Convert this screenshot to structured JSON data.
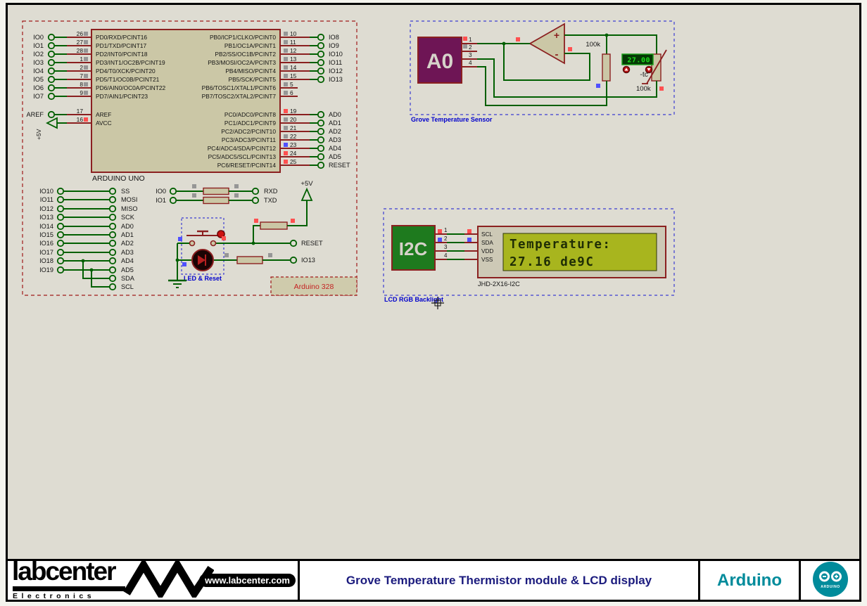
{
  "canvas": {
    "bg": "#dedcd2",
    "wire": "#005f00",
    "pin": "#8a1f1f",
    "comp_fill": "#cbc7a6",
    "comp_border": "#8b2020",
    "sq_gray": "#969696",
    "sq_red": "#ff5050",
    "sq_blue": "#5050ff",
    "region_blue": "#3c3cd2",
    "region_red": "#a01818",
    "label_blue": "#0000cc"
  },
  "arduino_section": {
    "chip_title": "ARDUINO UNO",
    "variant_label": "Arduino 328",
    "left_rows": [
      {
        "ext": "IO0",
        "pin": "26",
        "inner": "PD0/RXD/PCINT16",
        "sq": "gray"
      },
      {
        "ext": "IO1",
        "pin": "27",
        "inner": "PD1/TXD/PCINT17",
        "sq": "gray"
      },
      {
        "ext": "IO2",
        "pin": "28",
        "inner": "PD2/INT0/PCINT18",
        "sq": "gray"
      },
      {
        "ext": "IO3",
        "pin": "1",
        "inner": "PD3/INT1/OC2B/PCINT19",
        "sq": "gray"
      },
      {
        "ext": "IO4",
        "pin": "2",
        "inner": "PD4/T0/XCK/PCINT20",
        "sq": "gray"
      },
      {
        "ext": "IO5",
        "pin": "7",
        "inner": "PD5/T1/OC0B/PCINT21",
        "sq": "gray"
      },
      {
        "ext": "IO6",
        "pin": "8",
        "inner": "PD6/AIN0/OC0A/PCINT22",
        "sq": "gray"
      },
      {
        "ext": "IO7",
        "pin": "9",
        "inner": "PD7/AIN1/PCINT23",
        "sq": "gray"
      }
    ],
    "aref": {
      "ext": "AREF",
      "pin": "17",
      "inner": "AREF"
    },
    "avcc": {
      "pin": "16",
      "inner": "AVCC",
      "power": "+5V"
    },
    "right_top_rows": [
      {
        "ext": "IO8",
        "pin": "10",
        "inner": "PB0/ICP1/CLKO/PCINT0",
        "sq": "gray"
      },
      {
        "ext": "IO9",
        "pin": "11",
        "inner": "PB1/OC1A/PCINT1",
        "sq": "gray"
      },
      {
        "ext": "IO10",
        "pin": "12",
        "inner": "PB2/SS/OC1B/PCINT2",
        "sq": "gray"
      },
      {
        "ext": "IO11",
        "pin": "13",
        "inner": "PB3/MOSI/OC2A/PCINT3",
        "sq": "gray"
      },
      {
        "ext": "IO12",
        "pin": "14",
        "inner": "PB4/MISO/PCINT4",
        "sq": "gray"
      },
      {
        "ext": "IO13",
        "pin": "15",
        "inner": "PB5/SCK/PCINT5",
        "sq": "gray"
      },
      {
        "ext": "",
        "pin": "5",
        "inner": "PB6/TOSC1/XTAL1/PCINT6",
        "sq": "gray"
      },
      {
        "ext": "",
        "pin": "6",
        "inner": "PB7/TOSC2/XTAL2/PCINT7",
        "sq": "gray"
      }
    ],
    "right_bottom_rows": [
      {
        "ext": "AD0",
        "pin": "19",
        "inner": "PC0/ADC0/PCINT8",
        "sq": "red"
      },
      {
        "ext": "AD1",
        "pin": "20",
        "inner": "PC1/ADC1/PCINT9",
        "sq": "gray"
      },
      {
        "ext": "AD2",
        "pin": "21",
        "inner": "PC2/ADC2/PCINT10",
        "sq": "gray"
      },
      {
        "ext": "AD3",
        "pin": "22",
        "inner": "PC3/ADC3/PCINT11",
        "sq": "gray"
      },
      {
        "ext": "AD4",
        "pin": "23",
        "inner": "PC4/ADC4/SDA/PCINT12",
        "sq": "blue"
      },
      {
        "ext": "AD5",
        "pin": "24",
        "inner": "PC5/ADC5/SCL/PCINT13",
        "sq": "red"
      },
      {
        "ext": "RESET",
        "pin": "25",
        "inner": "PC6/RESET/PCINT14",
        "sq": "red"
      }
    ],
    "header_map_rows": [
      {
        "left": "IO10",
        "right": "SS"
      },
      {
        "left": "IO11",
        "right": "MOSI"
      },
      {
        "left": "IO12",
        "right": "MISO"
      },
      {
        "left": "IO13",
        "right": "SCK"
      },
      {
        "left": "IO14",
        "right": "AD0"
      },
      {
        "left": "IO15",
        "right": "AD1"
      },
      {
        "left": "IO16",
        "right": "AD2"
      },
      {
        "left": "IO17",
        "right": "AD3"
      },
      {
        "left": "IO18",
        "right": "AD4"
      },
      {
        "left": "IO19",
        "right": "AD5"
      },
      {
        "left": null,
        "right": "SDA"
      },
      {
        "left": null,
        "right": "SCL"
      }
    ],
    "serial_rows": [
      {
        "left": "IO0",
        "right": "RXD"
      },
      {
        "left": "IO1",
        "right": "TXD"
      }
    ],
    "reset_branch": {
      "power": "+5V",
      "reset_label": "RESET",
      "led_pin_label": "IO13",
      "caption": "LED & Reset"
    }
  },
  "grove_sensor": {
    "caption": "Grove Temperature Sensor",
    "block_label": "A0",
    "pin_numbers": [
      "1",
      "2",
      "3",
      "4"
    ],
    "opamp_plus": "+",
    "opamp_minus": "-",
    "r_top_label": "100k",
    "thermistor_value": "27.00",
    "thermistor_type": "-tc",
    "thermistor_label": "100k"
  },
  "lcd_module": {
    "caption": "LCD RGB Backlight",
    "block_label": "I2C",
    "pin_numbers": [
      "1",
      "2",
      "3",
      "4"
    ],
    "pin_names": [
      "SCL",
      "SDA",
      "VDD",
      "VSS"
    ],
    "screen_line1": "Temperature:",
    "screen_line2": "27.16 de9C",
    "model": "JHD-2X16-I2C",
    "screen_bg": "#a8b51e"
  },
  "footer": {
    "brand": "labcenter",
    "brand_sub": "Electronics",
    "website": "www.labcenter.com",
    "title": "Grove Temperature Thermistor module & LCD display",
    "platform": "Arduino",
    "badge_text": "ARDUINO",
    "teal": "#008b9b",
    "title_color": "#1b1b7e"
  }
}
